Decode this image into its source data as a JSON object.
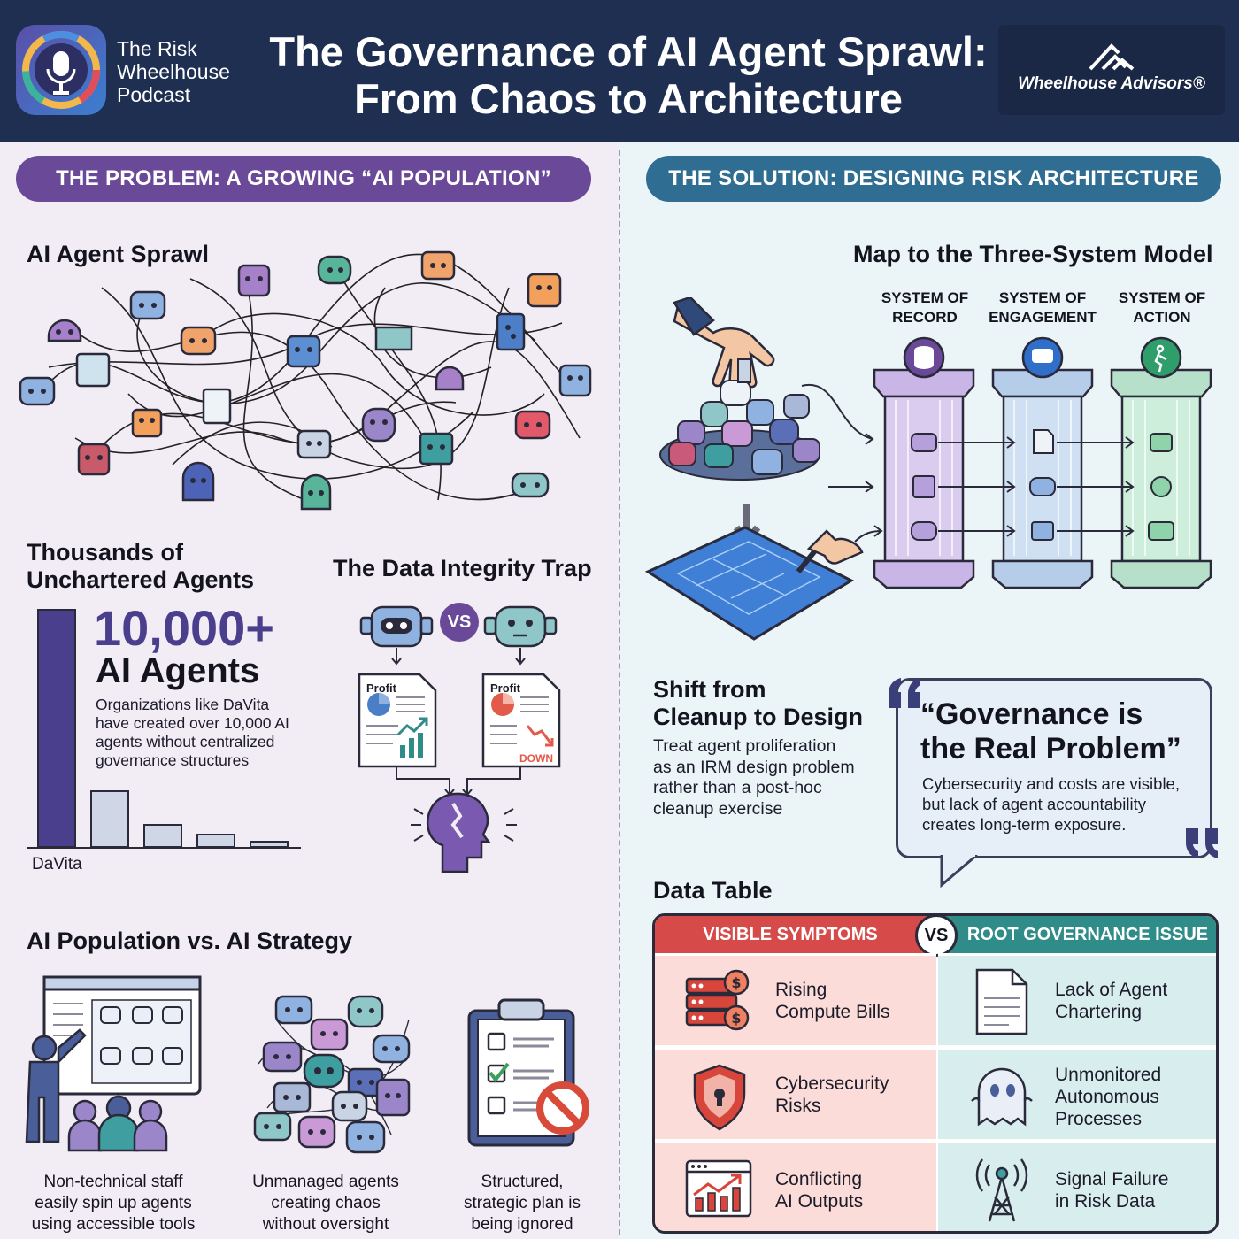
{
  "header": {
    "podcast_line1": "The Risk",
    "podcast_line2": "Wheelhouse",
    "podcast_line3": "Podcast",
    "title_line1": "The Governance of AI Agent Sprawl:",
    "title_line2": "From Chaos to Architecture",
    "advisor": "Wheelhouse Advisors®"
  },
  "problem": {
    "banner": "THE PROBLEM: A GROWING “AI POPULATION”",
    "sprawl_title": "AI Agent Sprawl",
    "thousands_title_1": "Thousands of",
    "thousands_title_2": "Unchartered Agents",
    "big_number": "10,000+",
    "big_label": "AI Agents",
    "big_desc": [
      "Organizations like DaVita",
      "have created over 10,000 AI",
      "agents without centralized",
      "governance structures"
    ],
    "bar_label": "DaVita",
    "integrity_title": "The Data Integrity Trap",
    "vs": "VS",
    "doc_left_label": "Profit",
    "doc_right_label": "Profit",
    "doc_right_tag": "DOWN",
    "population_title": "AI Population vs. AI Strategy",
    "captions": [
      [
        "Non-technical staff",
        "easily spin up agents",
        "using accessible tools"
      ],
      [
        "Unmanaged agents",
        "creating chaos",
        "without oversight"
      ],
      [
        "Structured,",
        "strategic plan is",
        "being ignored"
      ]
    ]
  },
  "solution": {
    "banner": "THE SOLUTION: DESIGNING RISK ARCHITECTURE",
    "model_title": "Map to the Three-System Model",
    "systems": [
      [
        "SYSTEM OF",
        "RECORD"
      ],
      [
        "SYSTEM OF",
        "ENGAGEMENT"
      ],
      [
        "SYSTEM OF",
        "ACTION"
      ]
    ],
    "shift_title_1": "Shift from",
    "shift_title_2": "Cleanup to Design",
    "shift_desc": [
      "Treat agent proliferation",
      "as an IRM design problem",
      "rather than a post-hoc",
      "cleanup exercise"
    ],
    "quote_title_1": "“Governance is",
    "quote_title_2": "the Real Problem”",
    "quote_body": [
      "Cybersecurity and costs are visible,",
      "but lack of agent accountability",
      "creates long-term exposure."
    ],
    "table_title": "Data Table",
    "table": {
      "left_header": "VISIBLE SYMPTOMS",
      "right_header": "ROOT GOVERNANCE ISSUE",
      "vs": "VS",
      "rows": [
        {
          "left": [
            "Rising",
            "Compute Bills"
          ],
          "right": [
            "Lack of Agent",
            "Chartering"
          ]
        },
        {
          "left": [
            "Cybersecurity",
            "Risks"
          ],
          "right": [
            "Unmonitored",
            "Autonomous",
            "Processes"
          ]
        },
        {
          "left": [
            "Conflicting",
            "AI Outputs"
          ],
          "right": [
            "Signal Failure",
            "in Risk Data"
          ]
        }
      ]
    }
  },
  "bar_chart": {
    "values": [
      100,
      24,
      10,
      6,
      3
    ],
    "label": "DaVita"
  },
  "colors": {
    "header_bg": "#1f2f52",
    "problem_accent": "#6a4a98",
    "solution_accent": "#2f6e92",
    "symptom_red": "#d64a4a",
    "root_teal": "#2f8c88"
  }
}
